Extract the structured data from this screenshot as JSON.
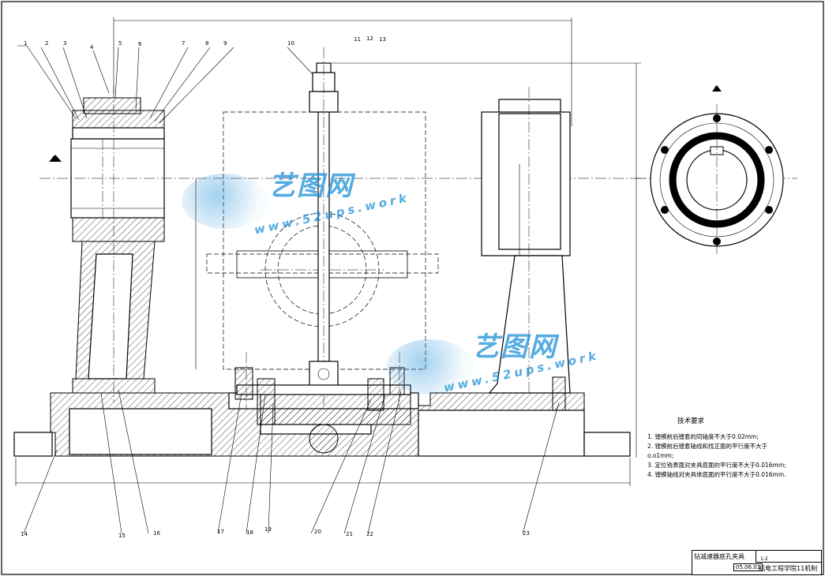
{
  "technical_requirements": {
    "title": "技术要求",
    "items": [
      "1. 镗模前后镗套的同轴度不大于0.02mm;",
      "2. 镗模前后镗套轴线和找正面的平行度不大于",
      "o.o1mm;",
      "3. 定位铣表面对夹具底面的平行度不大于0.016mm;",
      "4. 镗模轴线对夹具体底面的平行度不大于0.016mm."
    ]
  },
  "title_block": {
    "drawing_name": "钻减速器底孔夹具",
    "code": "05.06.01",
    "scale": "1:2",
    "school": "机电工程学院11机制"
  },
  "watermark": {
    "brand": "艺图网",
    "url": "www.52ups.work"
  },
  "section_marks": {
    "left": "A",
    "right": "A"
  },
  "callouts": [
    "1",
    "2",
    "3",
    "4",
    "5",
    "6",
    "7",
    "8",
    "9",
    "10",
    "11",
    "12",
    "13",
    "14",
    "15",
    "16",
    "17",
    "18",
    "19",
    "20",
    "21",
    "22",
    "23"
  ],
  "colors": {
    "line": "#000000",
    "watermark": "#1e8fd8",
    "background": "#ffffff"
  }
}
